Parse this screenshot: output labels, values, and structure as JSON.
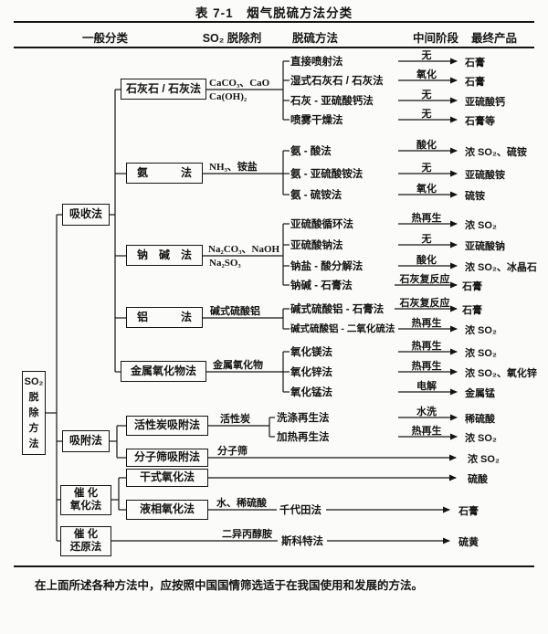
{
  "table": {
    "title": "表 7-1　烟气脱硫方法分类",
    "note": "在上面所述各种方法中，应按照中国国情筛选适于在我国使用和发展的方法。"
  },
  "headers": {
    "general": "一般分类",
    "reagent": "SO₂ 脱除剂",
    "method": "脱硫方法",
    "intermediate": "中间阶段",
    "product": "最终产品"
  },
  "root": {
    "l1": "SO₂",
    "l2": "脱",
    "l3": "除",
    "l4": "方",
    "l5": "法"
  },
  "level1": {
    "absorption": "吸收法",
    "adsorption": "吸附法",
    "catox_l1": "催 化",
    "catox_l2": "氧化法",
    "catred_l1": "催 化",
    "catred_l2": "还原法"
  },
  "subboxes": {
    "limestone": "石灰石 / 石灰法",
    "ammonia": "氨　　　法",
    "sodium": "钠　碱　法",
    "aluminum": "铝　　　法",
    "metal_oxide": "金属氧化物法",
    "carbon": "活性炭吸附法",
    "sieve": "分子筛吸附法",
    "dry": "干式氧化法",
    "liquid": "液相氧化法"
  },
  "reagents": {
    "limestone_top": "CaCO₃、CaO",
    "limestone_bottom": "Ca(OH)₂",
    "ammonia": "NH₃、铵盐",
    "sodium_top": "Na₂CO₃、NaOH",
    "sodium_bottom": "Na₂SO₃",
    "aluminum": "碱式硫酸铝",
    "metal_oxide": "金属氧化物",
    "carbon": "活性炭",
    "sieve": "分子筛",
    "liquid": "水、稀硫酸",
    "catred": "二异丙醇胺"
  },
  "inline_methods": {
    "chiyoda": "千代田法",
    "scott": "斯科特法"
  },
  "rows": [
    {
      "method": "直接喷射法",
      "stage": "无",
      "product": "石膏"
    },
    {
      "method": "湿式石灰石 / 石灰法",
      "stage": "氧化",
      "product": "石膏"
    },
    {
      "method": "石灰 - 亚硫酸钙法",
      "stage": "无",
      "product": "亚硫酸钙"
    },
    {
      "method": "喷雾干燥法",
      "stage": "无",
      "product": "石膏等"
    },
    {
      "method": "氨 - 酸法",
      "stage": "酸化",
      "product": "浓 SO₂、硫铵"
    },
    {
      "method": "氨 - 亚硫酸铵法",
      "stage": "无",
      "product": "亚硫酸铵"
    },
    {
      "method": "氨 - 硫铵法",
      "stage": "氧化",
      "product": "硫铵"
    },
    {
      "method": "亚硫酸循环法",
      "stage": "热再生",
      "product": "浓 SO₂"
    },
    {
      "method": "亚硫酸钠法",
      "stage": "无",
      "product": "亚硫酸钠"
    },
    {
      "method": "钠盐 - 酸分解法",
      "stage": "酸化",
      "product": "浓 SO₂、冰晶石"
    },
    {
      "method": "钠碱 - 石膏法",
      "stage": "石灰复反应",
      "product": "石膏"
    },
    {
      "method": "碱式硫酸铝 - 石膏法",
      "stage": "石灰复反应",
      "product": "石膏"
    },
    {
      "method": "碱式硫酸铝 - 二氧化硫法",
      "stage": "热再生",
      "product": "浓 SO₂"
    },
    {
      "method": "氧化镁法",
      "stage": "热再生",
      "product": "浓 SO₂"
    },
    {
      "method": "氧化锌法",
      "stage": "热再生",
      "product": "浓 SO₂、氧化锌"
    },
    {
      "method": "氧化锰法",
      "stage": "电解",
      "product": "金属锰"
    },
    {
      "method": "洗涤再生法",
      "stage": "水洗",
      "product": "稀硫酸"
    },
    {
      "method": "加热再生法",
      "stage": "热再生",
      "product": "浓 SO₂"
    }
  ],
  "tails": {
    "sieve_product": "浓 SO₂",
    "dry_product": "硫酸",
    "chiyoda_product": "石膏",
    "scott_product": "硫黄"
  }
}
